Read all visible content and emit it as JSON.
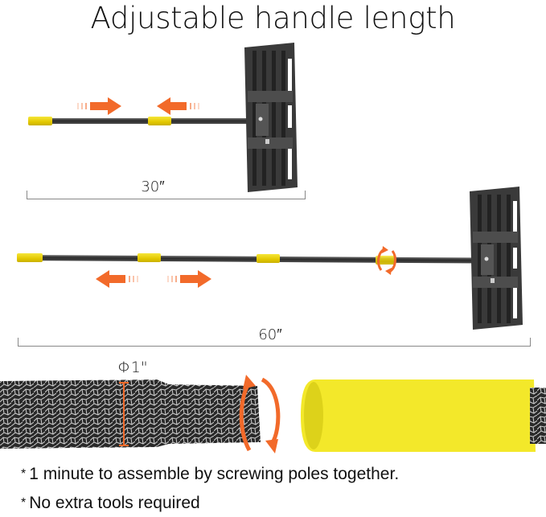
{
  "title": "Adjustable handle length",
  "diagram_short": {
    "length_label": "30″",
    "arrows": [
      "arrow-right",
      "arrow-left"
    ]
  },
  "diagram_long": {
    "length_label": "60″",
    "arrows": [
      "arrow-left",
      "arrow-right"
    ],
    "rotate_icon": "rotate-icon"
  },
  "closeup": {
    "diameter_label": "Φ1\""
  },
  "notes": [
    "1 minute to assemble by screwing poles together.",
    "No extra tools required"
  ],
  "note_bullet": "*",
  "colors": {
    "accent_orange": "#f26a2a",
    "collar_yellow": "#f0dc1e",
    "pole_dark": "#2f2f2f",
    "head_dark": "#3a3a3a"
  }
}
